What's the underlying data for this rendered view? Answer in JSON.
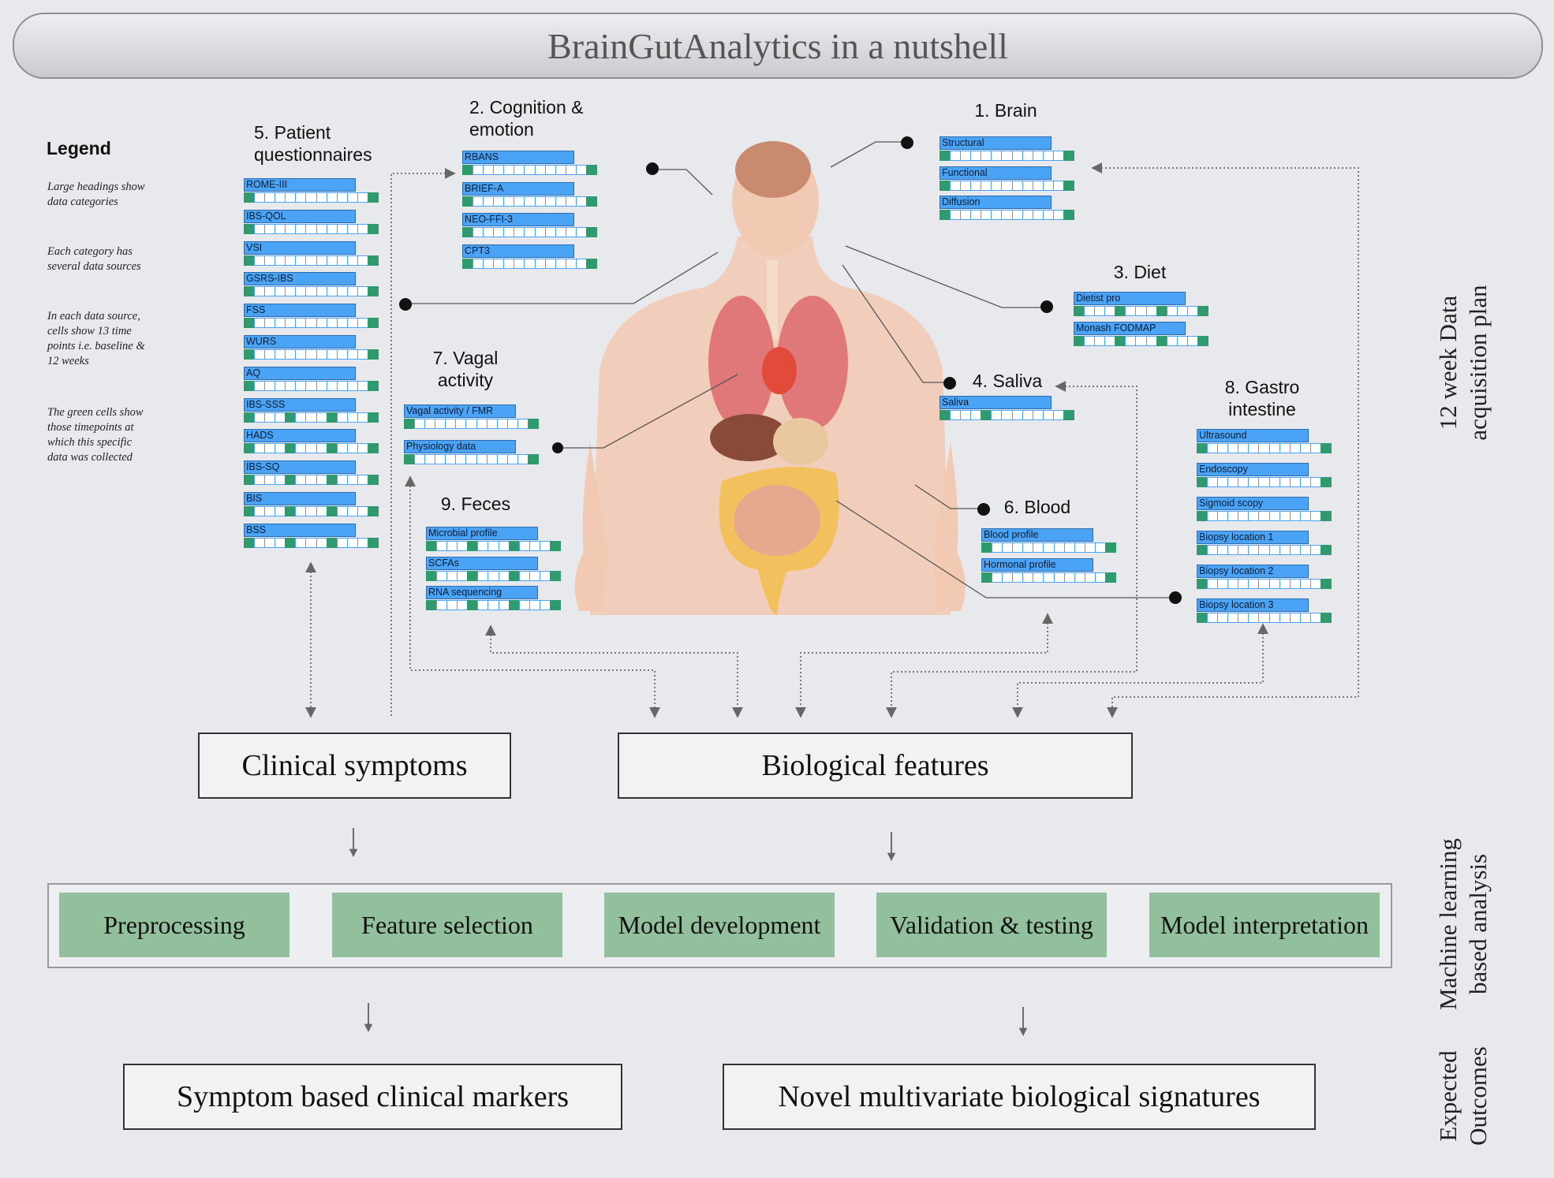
{
  "title": "BrainGutAnalytics in a nutshell",
  "legend": {
    "title": "Legend",
    "notes": [
      "Large headings show data categories",
      "Each category has several data sources",
      "In each data source, cells show 13 time points i.e. baseline & 12 weeks",
      "The green cells show those timepoints at which this specific data was collected"
    ]
  },
  "categories": [
    {
      "id": "patient",
      "title": "5. Patient questionnaires",
      "sources": [
        {
          "label": "ROME-III",
          "cells": [
            1,
            0,
            0,
            0,
            0,
            0,
            0,
            0,
            0,
            0,
            0,
            0,
            1
          ]
        },
        {
          "label": "IBS-QOL",
          "cells": [
            1,
            0,
            0,
            0,
            0,
            0,
            0,
            0,
            0,
            0,
            0,
            0,
            1
          ]
        },
        {
          "label": "VSI",
          "cells": [
            1,
            0,
            0,
            0,
            0,
            0,
            0,
            0,
            0,
            0,
            0,
            0,
            1
          ]
        },
        {
          "label": "GSRS-IBS",
          "cells": [
            1,
            0,
            0,
            0,
            0,
            0,
            0,
            0,
            0,
            0,
            0,
            0,
            1
          ]
        },
        {
          "label": "FSS",
          "cells": [
            1,
            0,
            0,
            0,
            0,
            0,
            0,
            0,
            0,
            0,
            0,
            0,
            1
          ]
        },
        {
          "label": "WURS",
          "cells": [
            1,
            0,
            0,
            0,
            0,
            0,
            0,
            0,
            0,
            0,
            0,
            0,
            1
          ]
        },
        {
          "label": "AQ",
          "cells": [
            1,
            0,
            0,
            0,
            0,
            0,
            0,
            0,
            0,
            0,
            0,
            0,
            1
          ]
        },
        {
          "label": "IBS-SSS",
          "cells": [
            1,
            0,
            0,
            0,
            1,
            0,
            0,
            0,
            1,
            0,
            0,
            0,
            1
          ]
        },
        {
          "label": "HADS",
          "cells": [
            1,
            0,
            0,
            0,
            1,
            0,
            0,
            0,
            1,
            0,
            0,
            0,
            1
          ]
        },
        {
          "label": "IBS-SQ",
          "cells": [
            1,
            0,
            0,
            0,
            1,
            0,
            0,
            0,
            1,
            0,
            0,
            0,
            1
          ]
        },
        {
          "label": "BIS",
          "cells": [
            1,
            0,
            0,
            0,
            1,
            0,
            0,
            0,
            1,
            0,
            0,
            0,
            1
          ]
        },
        {
          "label": "BSS",
          "cells": [
            1,
            0,
            0,
            0,
            1,
            0,
            0,
            0,
            1,
            0,
            0,
            0,
            1
          ]
        }
      ]
    },
    {
      "id": "cognition",
      "title": "2. Cognition & emotion",
      "sources": [
        {
          "label": "RBANS",
          "cells": [
            1,
            0,
            0,
            0,
            0,
            0,
            0,
            0,
            0,
            0,
            0,
            0,
            1
          ]
        },
        {
          "label": "BRIEF-A",
          "cells": [
            1,
            0,
            0,
            0,
            0,
            0,
            0,
            0,
            0,
            0,
            0,
            0,
            1
          ]
        },
        {
          "label": "NEO-FFI-3",
          "cells": [
            1,
            0,
            0,
            0,
            0,
            0,
            0,
            0,
            0,
            0,
            0,
            0,
            1
          ]
        },
        {
          "label": "CPT3",
          "cells": [
            1,
            0,
            0,
            0,
            0,
            0,
            0,
            0,
            0,
            0,
            0,
            0,
            1
          ]
        }
      ]
    },
    {
      "id": "brain",
      "title": "1. Brain",
      "sources": [
        {
          "label": "Structural",
          "cells": [
            1,
            0,
            0,
            0,
            0,
            0,
            0,
            0,
            0,
            0,
            0,
            0,
            1
          ]
        },
        {
          "label": "Functional",
          "cells": [
            1,
            0,
            0,
            0,
            0,
            0,
            0,
            0,
            0,
            0,
            0,
            0,
            1
          ]
        },
        {
          "label": "Diffusion",
          "cells": [
            1,
            0,
            0,
            0,
            0,
            0,
            0,
            0,
            0,
            0,
            0,
            0,
            1
          ]
        }
      ]
    },
    {
      "id": "diet",
      "title": "3. Diet",
      "sources": [
        {
          "label": "Dietist pro",
          "cells": [
            1,
            0,
            0,
            0,
            1,
            0,
            0,
            0,
            1,
            0,
            0,
            0,
            1
          ]
        },
        {
          "label": "Monash FODMAP",
          "cells": [
            1,
            0,
            0,
            0,
            1,
            0,
            0,
            0,
            1,
            0,
            0,
            0,
            1
          ]
        }
      ]
    },
    {
      "id": "saliva",
      "title": "4. Saliva",
      "sources": [
        {
          "label": "Saliva",
          "cells": [
            1,
            0,
            0,
            0,
            1,
            0,
            0,
            0,
            0,
            0,
            0,
            0,
            1
          ]
        }
      ]
    },
    {
      "id": "vagal",
      "title": "7. Vagal activity",
      "sources": [
        {
          "label": "Vagal activity / FMR",
          "cells": [
            1,
            0,
            0,
            0,
            0,
            0,
            0,
            0,
            0,
            0,
            0,
            0,
            1
          ]
        },
        {
          "label": "Physiology data",
          "cells": [
            1,
            0,
            0,
            0,
            0,
            0,
            0,
            0,
            0,
            0,
            0,
            0,
            1
          ]
        }
      ]
    },
    {
      "id": "gastro",
      "title": "8. Gastro intestine",
      "sources": [
        {
          "label": "Ultrasound",
          "cells": [
            1,
            0,
            0,
            0,
            0,
            0,
            0,
            0,
            0,
            0,
            0,
            0,
            1
          ]
        },
        {
          "label": "Endoscopy",
          "cells": [
            1,
            0,
            0,
            0,
            0,
            0,
            0,
            0,
            0,
            0,
            0,
            0,
            1
          ]
        },
        {
          "label": "Sigmoid scopy",
          "cells": [
            1,
            0,
            0,
            0,
            0,
            0,
            0,
            0,
            0,
            0,
            0,
            0,
            1
          ]
        },
        {
          "label": "Biopsy location 1",
          "cells": [
            1,
            0,
            0,
            0,
            0,
            0,
            0,
            0,
            0,
            0,
            0,
            0,
            1
          ]
        },
        {
          "label": "Biopsy location 2",
          "cells": [
            1,
            0,
            0,
            0,
            0,
            0,
            0,
            0,
            0,
            0,
            0,
            0,
            1
          ]
        },
        {
          "label": "Biopsy location 3",
          "cells": [
            1,
            0,
            0,
            0,
            0,
            0,
            0,
            0,
            0,
            0,
            0,
            0,
            1
          ]
        }
      ]
    },
    {
      "id": "blood",
      "title": "6. Blood",
      "sources": [
        {
          "label": "Blood profile",
          "cells": [
            1,
            0,
            0,
            0,
            0,
            0,
            0,
            0,
            0,
            0,
            0,
            0,
            1
          ]
        },
        {
          "label": "Hormonal profile",
          "cells": [
            1,
            0,
            0,
            0,
            0,
            0,
            0,
            0,
            0,
            0,
            0,
            0,
            1
          ]
        }
      ]
    },
    {
      "id": "feces",
      "title": "9. Feces",
      "sources": [
        {
          "label": "Microbial profile",
          "cells": [
            1,
            0,
            0,
            0,
            1,
            0,
            0,
            0,
            1,
            0,
            0,
            0,
            1
          ]
        },
        {
          "label": "SCFAs",
          "cells": [
            1,
            0,
            0,
            0,
            1,
            0,
            0,
            0,
            1,
            0,
            0,
            0,
            1
          ]
        },
        {
          "label": "RNA sequencing",
          "cells": [
            1,
            0,
            0,
            0,
            1,
            0,
            0,
            0,
            1,
            0,
            0,
            0,
            1
          ]
        }
      ]
    }
  ],
  "groups": {
    "clinical": "Clinical symptoms",
    "biological": "Biological features"
  },
  "pipeline": [
    "Preprocessing",
    "Feature selection",
    "Model development",
    "Validation & testing",
    "Model interpretation"
  ],
  "outcomes": {
    "clinical": "Symptom based clinical markers",
    "biological": "Novel multivariate biological signatures"
  },
  "side_labels": {
    "plan": "12 week Data acquisition plan",
    "ml": "Machine learning based analysis",
    "outcomes": "Expected Outcomes"
  },
  "colors": {
    "source_label": "#4aa3f4",
    "collected_cell": "#2e9a6e",
    "pipeline_step": "#93c09c",
    "skin": "#f2c9b2",
    "lung": "#e0787a",
    "intestine": "#f3c05e"
  }
}
